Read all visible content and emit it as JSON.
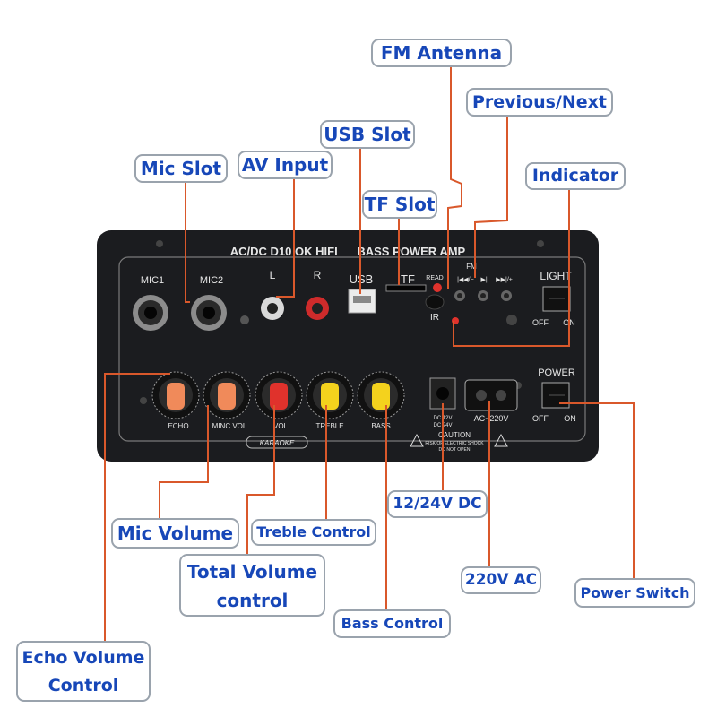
{
  "callouts": {
    "fm_antenna": "FM Antenna",
    "previous_next": "Previous/Next",
    "usb_slot": "USB Slot",
    "indicator": "Indicator",
    "mic_slot": "Mic Slot",
    "av_input": "AV Input",
    "tf_slot": "TF Slot",
    "mic_volume": "Mic Volume",
    "treble_control": "Treble Control",
    "total_volume_line1": "Total Volume",
    "total_volume_line2": "control",
    "bass_control": "Bass Control",
    "dc_input": "12/24V DC",
    "ac_input": "220V AC",
    "power_switch": "Power Switch",
    "echo_volume_line1": "Echo Volume",
    "echo_volume_line2": "Control"
  },
  "panel": {
    "title": "AC/DC D10 OK HIFI      BASS POWER AMP",
    "mic1": "MIC1",
    "mic2": "MIC2",
    "av_left": "L",
    "av_right": "R",
    "usb": "USB",
    "tf": "TF",
    "read": "READ",
    "ir": "IR",
    "fm": "FM",
    "prev_next_symbols": "|◀◀/−    ▶||    ▶▶|/+",
    "light": "LIGHT",
    "off": "OFF",
    "on": "ON",
    "power": "POWER",
    "knob_labels": [
      "ECHO",
      "MINC VOL",
      "VOL",
      "TREBLE",
      "BASS"
    ],
    "dc_spec_1": "DC 12V",
    "dc_spec_2": "DC 24V",
    "ac_spec": "AC~220V",
    "caution": "CAUTION",
    "caution_sub1": "RISK OF ELECTRIC SHOCK",
    "caution_sub2": "DO NOT OPEN",
    "karaoke": "KARAOKE"
  },
  "colors": {
    "callout_text": "#1747b8",
    "leader_line": "#d9582b",
    "panel": "#1b1c1f",
    "knob_orange": "#f08a5a",
    "knob_red": "#e0322c",
    "knob_yellow": "#f4d21d"
  }
}
